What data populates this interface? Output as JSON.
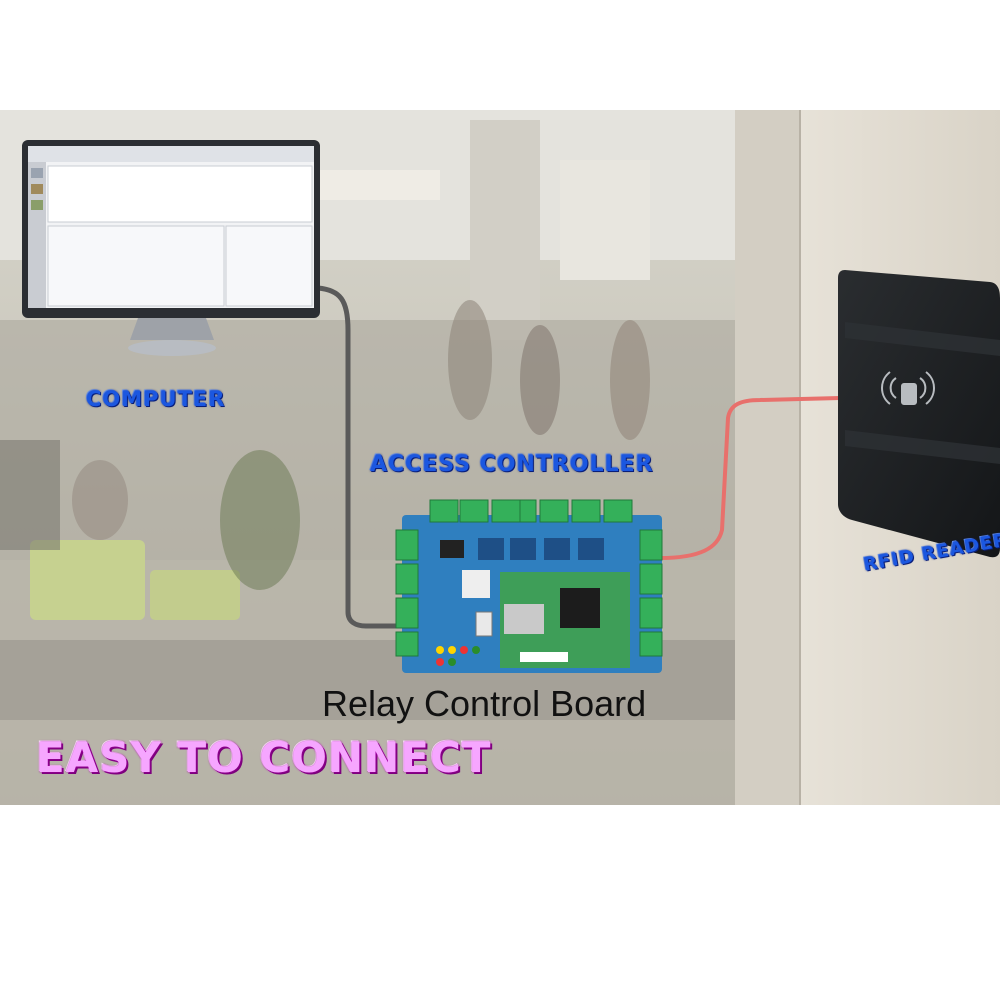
{
  "labels": {
    "computer": "COMPUTER",
    "access_controller": "ACCESS CONTROLLER",
    "rfid_reader": "RFID READER",
    "relay_control_board": "Relay Control Board",
    "tagline": "EASY TO CONNECT"
  },
  "colors": {
    "label_blue": "#1b57e0",
    "tagline_pink": "#f6a6ff",
    "cable_gray": "#5a5a5a",
    "cable_red": "#e8706c",
    "board_blue": "#2f7fbf",
    "terminal_green": "#34b05a",
    "reader_black": "#1e2022"
  },
  "icons": [
    "computer-monitor-icon",
    "rfid-reader-icon",
    "contactless-card-icon"
  ]
}
